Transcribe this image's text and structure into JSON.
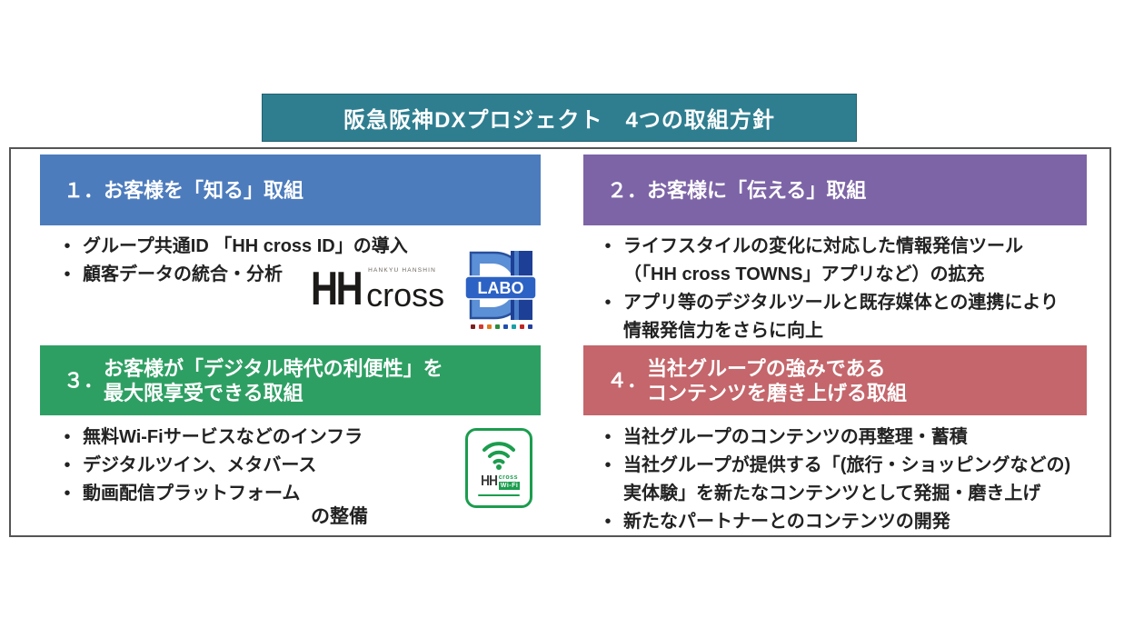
{
  "title": "阪急阪神DXプロジェクト　4つの取組方針",
  "colors": {
    "title_bg": "#2E7E90",
    "section1": "#4D7CBD",
    "section2": "#7D64A6",
    "section3": "#2E9F63",
    "section4": "#C4666B",
    "wifi_green": "#1B9D4E",
    "labo_blue": "#2F5FB0",
    "text": "#222222"
  },
  "sections": [
    {
      "num": "１．",
      "heading": "お客様を「知る」取組",
      "bullets": [
        "グループ共通ID 「HH cross ID」の導入",
        "顧客データの統合・分析"
      ]
    },
    {
      "num": "２．",
      "heading": "お客様に「伝える」取組",
      "bullets": [
        "ライフスタイルの変化に対応した情報発信ツール\n（「HH cross TOWNS」アプリなど）の拡充",
        "アプリ等のデジタルツールと既存媒体との連携により\n情報発信力をさらに向上"
      ]
    },
    {
      "num": "３．",
      "heading": "お客様が「デジタル時代の利便性」を\n最大限享受できる取組",
      "bullets": [
        "無料Wi-Fiサービスなどのインフラ",
        "デジタルツイン、メタバース",
        "動画配信プラットフォーム"
      ],
      "suffix": "の整備"
    },
    {
      "num": "４．",
      "heading": "当社グループの強みである\nコンテンツを磨き上げる取組",
      "bullets": [
        "当社グループのコンテンツの再整理・蓄積",
        "当社グループが提供する「(旅行・ショッピングなどの)\n実体験」を新たなコンテンツとして発掘・磨き上げ",
        "新たなパートナーとのコンテンツの開発"
      ]
    }
  ],
  "logos": {
    "hh_cross": {
      "hh": "HH",
      "cross": "cross",
      "tagline": "HANKYU HANSHIN"
    },
    "labo": {
      "label": "LABO"
    },
    "wifi": {
      "hh": "HH",
      "line1": "cross",
      "line2": "Wi-Fi"
    }
  }
}
